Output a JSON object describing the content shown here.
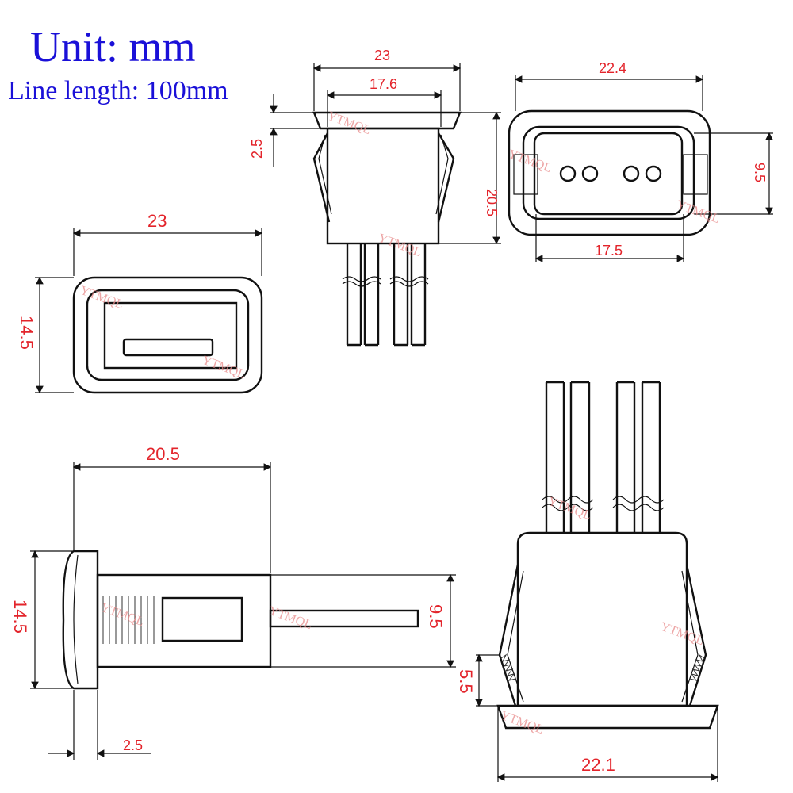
{
  "header": {
    "unit": "Unit: mm",
    "line_length": "Line length: 100mm"
  },
  "dimensions": {
    "top_center_width_outer": "23",
    "top_center_width_inner": "17.6",
    "top_center_flange": "2.5",
    "top_center_height": "20.5",
    "top_right_width": "22.4",
    "top_right_inner_width": "17.5",
    "top_right_height": "9.5",
    "mid_left_width": "23",
    "mid_left_height": "14.5",
    "bottom_left_length": "20.5",
    "bottom_left_height": "14.5",
    "bottom_left_tail": "9.5",
    "bottom_left_flange": "2.5",
    "bottom_right_height": "5.5",
    "bottom_right_width": "22.1"
  },
  "watermark": "YTMQL",
  "colors": {
    "header_text": "#1a10d8",
    "dimension_text": "#e3242b",
    "line": "#111111"
  }
}
